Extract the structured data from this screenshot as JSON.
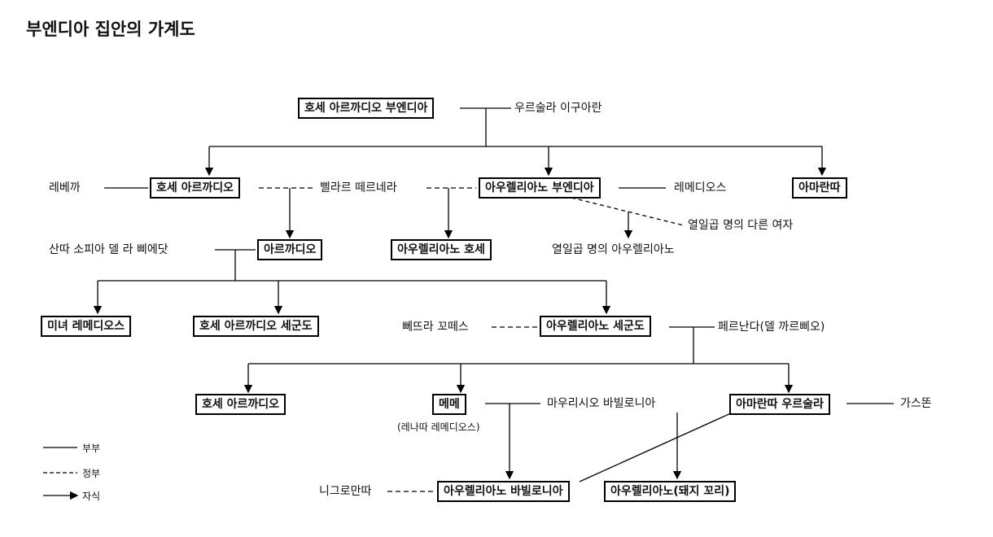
{
  "title": "부엔디아 집안의 가계도",
  "people": {
    "p1": "호세 아르까디오 부엔디아",
    "p2": "우르술라 이구아란",
    "p3": "레베까",
    "p4": "호세 아르까디오",
    "p5": "삘라르 떼르네라",
    "p6": "아우렐리아노 부엔디아",
    "p7": "레메디오스",
    "p8": "아마란따",
    "p9": "열일곱 명의 다른 여자",
    "p10": "산따 소피아 델 라 삐에닷",
    "p11": "아르까디오",
    "p12": "아우렐리아노 호세",
    "p13": "열일곱 명의 아우렐리아노",
    "p14": "미녀 레메디오스",
    "p15": "호세 아르까디오 세군도",
    "p16": "뻬뜨라 꼬떼스",
    "p17": "아우렐리아노 세군도",
    "p18": "페르난다(델 까르삐오)",
    "p19": "호세 아르까디오",
    "p20": "메메",
    "p21": "(레나따 레메디오스)",
    "p22": "마우리시오 바빌로니아",
    "p23": "아마란따 우르술라",
    "p24": "가스똔",
    "p25": "니그로만따",
    "p26": "아우렐리아노 바빌로니아",
    "p27": "아우렐리아노(돼지 꼬리)"
  },
  "legend": {
    "married": "부부",
    "lover": "정부",
    "child": "자식"
  }
}
